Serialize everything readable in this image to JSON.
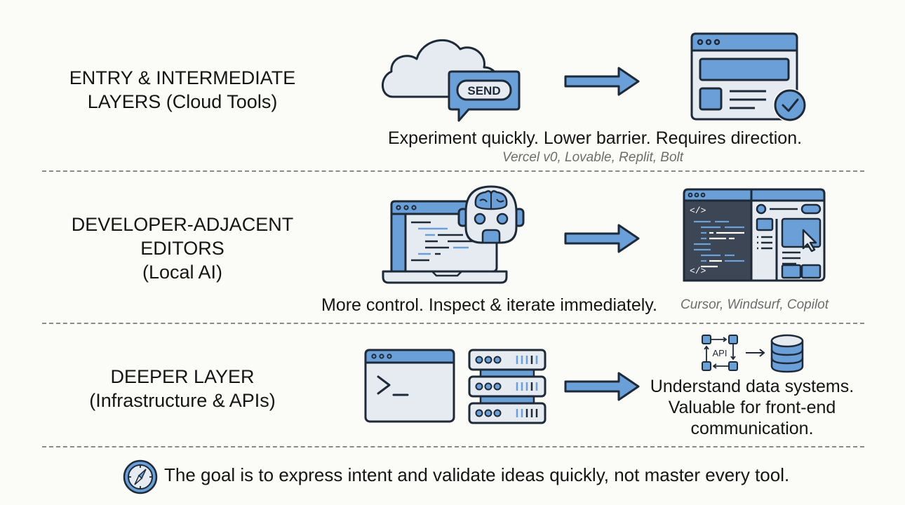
{
  "colors": {
    "background": "#fbfbf8",
    "accent_blue": "#6a9fd8",
    "light_fill": "#e6ebf1",
    "outline": "#1e2a38",
    "dark_panel": "#3d4654",
    "divider": "#8a8a8a",
    "muted_text": "#6d6d6d"
  },
  "layers": [
    {
      "title_lines": [
        "ENTRY & INTERMEDIATE",
        "LAYERS (Cloud Tools)"
      ],
      "icons": [
        "cloud-icon",
        "send-chat-bubble-icon",
        "arrow-right-icon",
        "web-page-check-icon"
      ],
      "send_label": "SEND",
      "description": "Experiment quickly. Lower barrier. Requires direction.",
      "tools": "Vercel v0, Lovable, Replit, Bolt"
    },
    {
      "title_lines": [
        "DEVELOPER-ADJACENT",
        "EDITORS",
        "(Local AI)"
      ],
      "icons": [
        "laptop-code-icon",
        "ai-robot-brain-icon",
        "arrow-right-icon",
        "code-editor-preview-icon"
      ],
      "code_tag": "</>",
      "description": "More control. Inspect & iterate immediately.",
      "tools": "Cursor, Windsurf, Copilot"
    },
    {
      "title_lines": [
        "DEEPER LAYER",
        "(Infrastructure & APIs)"
      ],
      "icons": [
        "terminal-icon",
        "server-rack-icon",
        "arrow-right-icon",
        "api-flow-icon",
        "database-icon"
      ],
      "api_label": "API",
      "terminal_prompt": ">_",
      "description_lines": [
        "Understand data systems.",
        "Valuable for front-end",
        "communication."
      ]
    }
  ],
  "footer": {
    "icon": "compass-icon",
    "text": "The goal is to express intent and validate ideas quickly, not master every tool."
  }
}
